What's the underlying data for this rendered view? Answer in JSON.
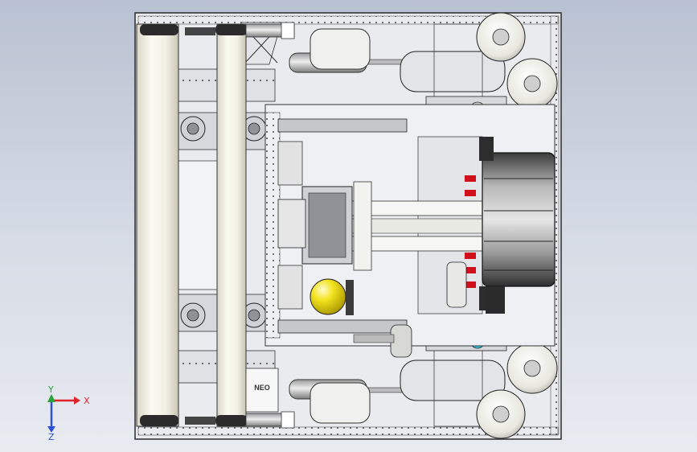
{
  "view": {
    "kind": "cad-top-view",
    "background_top": "#b9c2d2",
    "background_bottom": "#e8ebf0"
  },
  "model": {
    "frame_color": "#e9ebef",
    "edge_color": "#2b2b2b",
    "accent_yellow": "#f1e11a",
    "accent_cyan": "#33c7e6",
    "accent_red": "#d0101a",
    "logo_text": "NEO"
  },
  "triad": {
    "x_label": "X",
    "y_label": "Y",
    "z_label": "Z",
    "x_color": "#e0232a",
    "y_color": "#27a338",
    "z_color": "#2d51d6"
  }
}
